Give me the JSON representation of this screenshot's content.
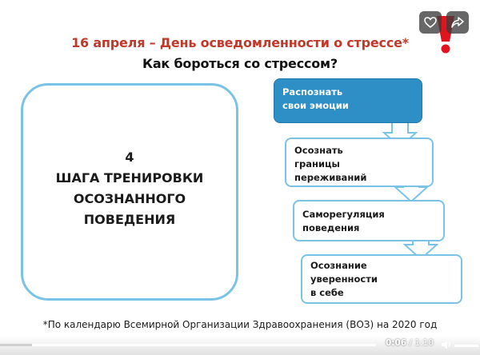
{
  "slide": {
    "title": "16 апреля – День осведомленности о стрессе*",
    "subtitle": "Как бороться со стрессом?",
    "big_box": {
      "line1": "4",
      "line2": "ШАГА ТРЕНИРОВКИ",
      "line3": "ОСОЗНАННОГО",
      "line4": "ПОВЕДЕНИЯ"
    },
    "steps": [
      {
        "line1": "Распознать",
        "line2": "свои эмоции",
        "line3": ""
      },
      {
        "line1": "Осознать",
        "line2": "границы",
        "line3": "переживаний"
      },
      {
        "line1": "Саморегуляция",
        "line2": "поведения",
        "line3": ""
      },
      {
        "line1": "Осознание",
        "line2": "уверенности",
        "line3": "в себе"
      }
    ],
    "footnote": "*По календарю Всемирной Организации Здравоохранения (ВОЗ) на 2020 год"
  },
  "overlay": {
    "like_icon": "heart-icon",
    "share_icon": "share-icon",
    "decor_icon": "exclamation-icon"
  },
  "player": {
    "time_current": "0:06",
    "time_separator": " / ",
    "time_total": "1:10",
    "progress_fraction": 0.086,
    "volume_icon": "speaker-icon"
  },
  "colors": {
    "title_red": "#c0392b",
    "accent_blue": "#2e8fc7",
    "border_light_blue": "#7bc3e6"
  }
}
